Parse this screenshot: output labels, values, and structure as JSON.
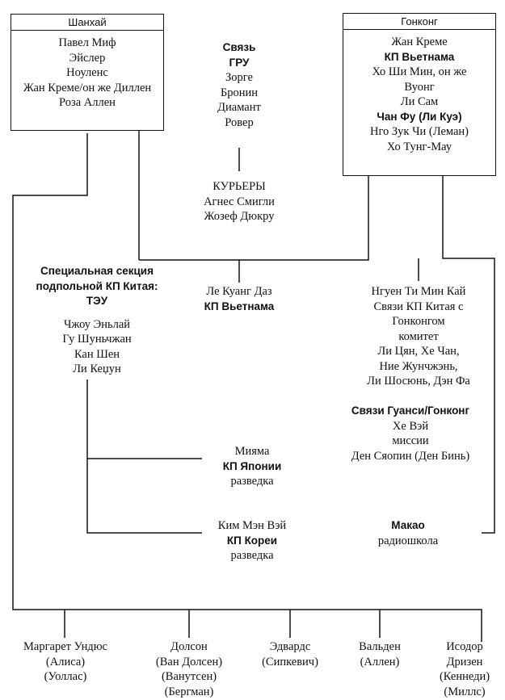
{
  "shanghai": {
    "title": "Шанхай",
    "members": [
      "Павел Миф",
      "Эйслер",
      "Ноуленс",
      "Жан Креме/он же Диллен",
      "Роза Аллен"
    ]
  },
  "hongkong": {
    "title": "Гонконг",
    "members": [
      "Жан Креме",
      "КП Вьетнама",
      "Хо Ши Мин, он же",
      "Вуонг",
      "Ли Сам",
      "Чан Фу (Ли Куэ)",
      "Нго Зук Чи (Леман)",
      "Хо Тунг-Мау"
    ]
  },
  "gru": {
    "heading": [
      "Связь",
      "ГРУ"
    ],
    "members": [
      "Зорге",
      "Бронин",
      "Диамант",
      "Ровер"
    ]
  },
  "couriers": {
    "heading": "КУРЬЕРЫ",
    "members": [
      "Агнес Смигли",
      "Жозеф  Дюкру"
    ]
  },
  "teu": {
    "heading": [
      "Специальная секция",
      "подпольной КП Китая:",
      "ТЭУ"
    ],
    "members": [
      "Чжоу Эньлай",
      "Гу Шуньчжан",
      "Кан Шен",
      "Ли Кеџун"
    ]
  },
  "le_kuang": {
    "lines": [
      "Ле Куанг Даз",
      "КП Вьетнама"
    ]
  },
  "nguyen": {
    "lines": [
      "Нгуен Ти Мин Кай",
      "Связи КП Китая с",
      "Гонконгом",
      "комитет",
      "Ли Цян, Хе Чан,",
      "Ние Жунчжэнь,",
      "Ли Шосюнь, Дэн Фа"
    ]
  },
  "guangxi": {
    "lines": [
      "Связи Гуанси/Гонконг",
      "Хе Вэй",
      "миссии",
      "Ден Сяопин (Ден Бинь)"
    ]
  },
  "miyama": {
    "lines": [
      "Мияма",
      "КП Японии",
      "разведка"
    ]
  },
  "kim": {
    "lines": [
      "Ким Мэн Вэй",
      "КП Кореи",
      "разведка"
    ]
  },
  "macao": {
    "lines": [
      "Макао",
      "радиошкола"
    ]
  },
  "bottom": [
    {
      "lines": [
        "Маргарет Ундюс",
        "(Алиса)",
        "(Уоллас)"
      ]
    },
    {
      "lines": [
        "Долсон",
        "(Ван Долсен)",
        "(Ванутсен)",
        "(Бергман)"
      ]
    },
    {
      "lines": [
        "Эдвардс",
        "(Сипкевич)"
      ]
    },
    {
      "lines": [
        "Вальден",
        "(Аллен)"
      ]
    },
    {
      "lines": [
        "Исодор",
        "Дризен",
        "(Кеннеди)",
        "(Миллс)"
      ]
    }
  ]
}
